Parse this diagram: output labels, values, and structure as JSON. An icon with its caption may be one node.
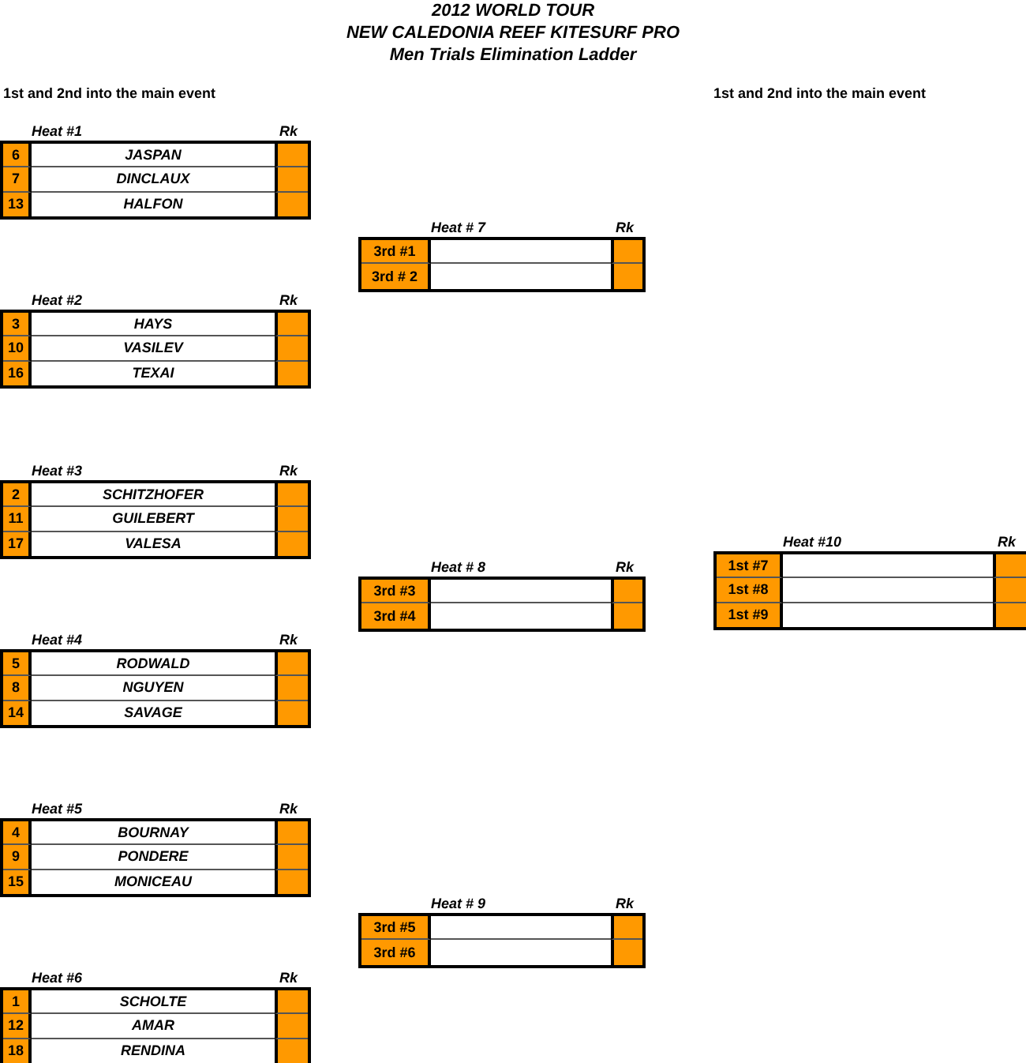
{
  "diagram": {
    "title": "2012 WORLD TOUR",
    "labels": [
      "NEW CALEDONIA REEF KITESURF PRO",
      "Men Trials Elimination Ladder",
      "1st and 2nd into the main event",
      "1st and 2nd into the main event",
      "Heat #1",
      "Rk",
      "6",
      "JASPAN",
      "7",
      "DINCLAUX",
      "13",
      "HALFON",
      "Heat # 7",
      "Rk",
      "3rd #1",
      "3rd # 2",
      "Heat #2",
      "Rk",
      "3",
      "HAYS",
      "10",
      "VASILEV",
      "16",
      "TEXAI",
      "Heat #3",
      "Rk",
      "2",
      "SCHITZHOFER",
      "11",
      "GUILEBERT",
      "17",
      "VALESA",
      "Heat #10",
      "Rk",
      "1st #7",
      "1st #8",
      "1st #9",
      "Heat # 8",
      "Rk",
      "3rd #3",
      "3rd #4",
      "Heat #4",
      "Rk",
      "5",
      "RODWALD",
      "8",
      "NGUYEN",
      "14",
      "SAVAGE",
      "Heat #5",
      "Rk",
      "4",
      "BOURNAY",
      "9",
      "PONDERE",
      "15",
      "MONICEAU",
      "Heat # 9",
      "Rk",
      "3rd #5",
      "3rd #6",
      "Heat #6",
      "Rk",
      "1",
      "SCHOLTE",
      "12",
      "AMAR",
      "18",
      "RENDINA"
    ]
  }
}
